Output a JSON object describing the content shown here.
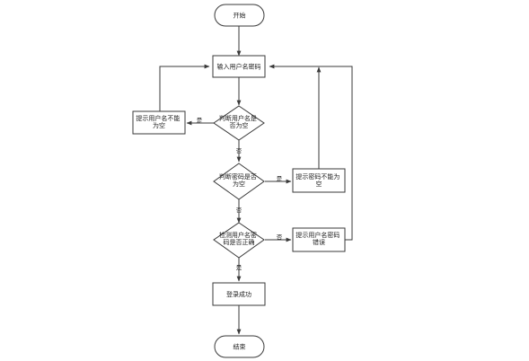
{
  "nodes": {
    "start": {
      "label": "开始"
    },
    "input": {
      "label": "输入用户名密码"
    },
    "check_username": {
      "lines": [
        "判断用户名是",
        "否为空"
      ]
    },
    "username_empty_msg": {
      "lines": [
        "提示用户名不能",
        "为空"
      ]
    },
    "check_password": {
      "lines": [
        "判断密码是否",
        "为空"
      ]
    },
    "password_empty_msg": {
      "lines": [
        "提示密码不能为",
        "空"
      ]
    },
    "check_credentials": {
      "lines": [
        "检测用户名密",
        "码是否正确"
      ]
    },
    "credentials_error_msg": {
      "lines": [
        "提示用户名密码",
        "错误"
      ]
    },
    "success": {
      "label": "登录成功"
    },
    "end": {
      "label": "结束"
    }
  },
  "edges": {
    "username_yes": "是",
    "username_no": "否",
    "password_yes": "是",
    "password_no": "否",
    "credentials_no": "否",
    "credentials_yes": "是"
  }
}
